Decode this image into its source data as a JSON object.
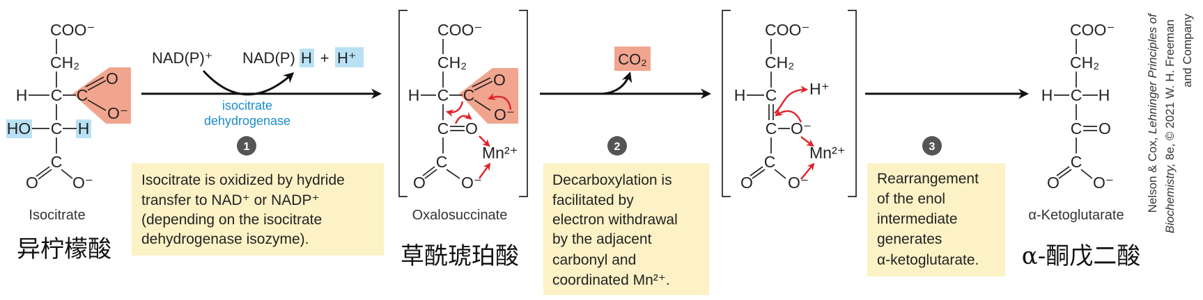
{
  "colors": {
    "highlight_orange": "#f2a58e",
    "highlight_blue": "#b9e1f4",
    "enzyme_blue": "#1b8ccc",
    "electron_arrow_red": "#e0222a",
    "note_box": "#fcf2c6",
    "step_badge": "#555555"
  },
  "isocitrate": {
    "name": "Isocitrate",
    "chinese": "异柠檬酸",
    "coo": "COO⁻",
    "ch2": "CH₂",
    "h_left": "H",
    "c_alpha": "C",
    "c_carboxyl": "C",
    "o_double": "O",
    "o_minus": "O⁻",
    "ho": "HO",
    "c_beta": "C",
    "h_right": "H",
    "c_bottom": "C",
    "o_bottom": "O",
    "o_minus_bottom": "O⁻"
  },
  "step1": {
    "number": "1",
    "cofactor_in": "NAD(P)⁺",
    "cofactor_out": "NAD(P)",
    "cofactor_out_h": "H",
    "plus": "+",
    "proton": "H⁺",
    "enzyme": [
      "isocitrate",
      "dehydrogenase"
    ],
    "description": [
      "Isocitrate is oxidized by hydride",
      "transfer to NAD⁺ or NADP⁺",
      "(depending on the isocitrate",
      "dehydrogenase isozyme)."
    ]
  },
  "oxalosuccinate": {
    "name": "Oxalosuccinate",
    "chinese": "草酰琥珀酸",
    "coo": "COO⁻",
    "ch2": "CH₂",
    "h_left": "H",
    "c_alpha": "C",
    "c_carboxyl": "C",
    "o_double": "O",
    "o_minus": "O⁻",
    "c_keto": "C",
    "o_keto": "O",
    "mn": "Mn²⁺",
    "c_bottom": "C",
    "o_bottom": "O",
    "o_minus_bottom": "O⁻"
  },
  "step2": {
    "number": "2",
    "product": "CO₂",
    "description": [
      "Decarboxylation is",
      "facilitated by",
      "electron withdrawal",
      "by the adjacent",
      "carbonyl and",
      "coordinated Mn²⁺."
    ]
  },
  "enol_intermediate": {
    "coo": "COO⁻",
    "ch2": "CH₂",
    "h_left": "H",
    "c_alpha": "C",
    "proton": "H⁺",
    "c_enol": "C",
    "o_minus": "O⁻",
    "mn": "Mn²⁺",
    "c_bottom": "C",
    "o_bottom": "O",
    "o_minus_bottom": "O⁻"
  },
  "step3": {
    "number": "3",
    "description": [
      "Rearrangement",
      "of the enol",
      "intermediate",
      "generates",
      "α-ketoglutarate."
    ]
  },
  "alpha_ketoglutarate": {
    "name": "α-Ketoglutarate",
    "chinese": "α-酮戊二酸",
    "coo": "COO⁻",
    "ch2": "CH₂",
    "h_left": "H",
    "c_alpha": "C",
    "h_right": "H",
    "c_keto": "C",
    "o_keto": "O",
    "c_bottom": "C",
    "o_bottom": "O",
    "o_minus_bottom": "O⁻"
  },
  "credit": {
    "line1_plain": "Nelson & Cox, ",
    "line1_italic": "Lehninger Principles of",
    "line2_italic": "Biochemistry,",
    "line2_plain": " 8e, © 2021 W. H. Freeman",
    "line3": "and Company"
  }
}
